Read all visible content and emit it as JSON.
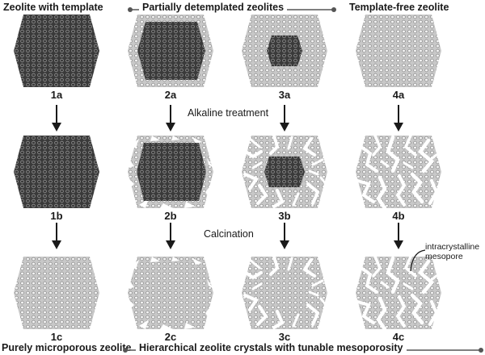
{
  "header": {
    "left": "Zeolite with template",
    "center": "Partially detemplated zeolites",
    "right": "Template-free zeolite"
  },
  "steps": {
    "alkaline": "Alkaline treatment",
    "calcination": "Calcination"
  },
  "annotation": "intracrystalline mesopore",
  "labels": {
    "r1": [
      "1a",
      "2a",
      "3a",
      "4a"
    ],
    "r2": [
      "1b",
      "2b",
      "3b",
      "4b"
    ],
    "r3": [
      "1c",
      "2c",
      "3c",
      "4c"
    ]
  },
  "footer": {
    "left": "Purely microporous zeolite",
    "right": "Hierarchical zeolite crystals with tunable mesoporosity"
  },
  "colors": {
    "template": "#3a3a3a",
    "framework": "#b4b4b4",
    "connector": "#555555"
  }
}
